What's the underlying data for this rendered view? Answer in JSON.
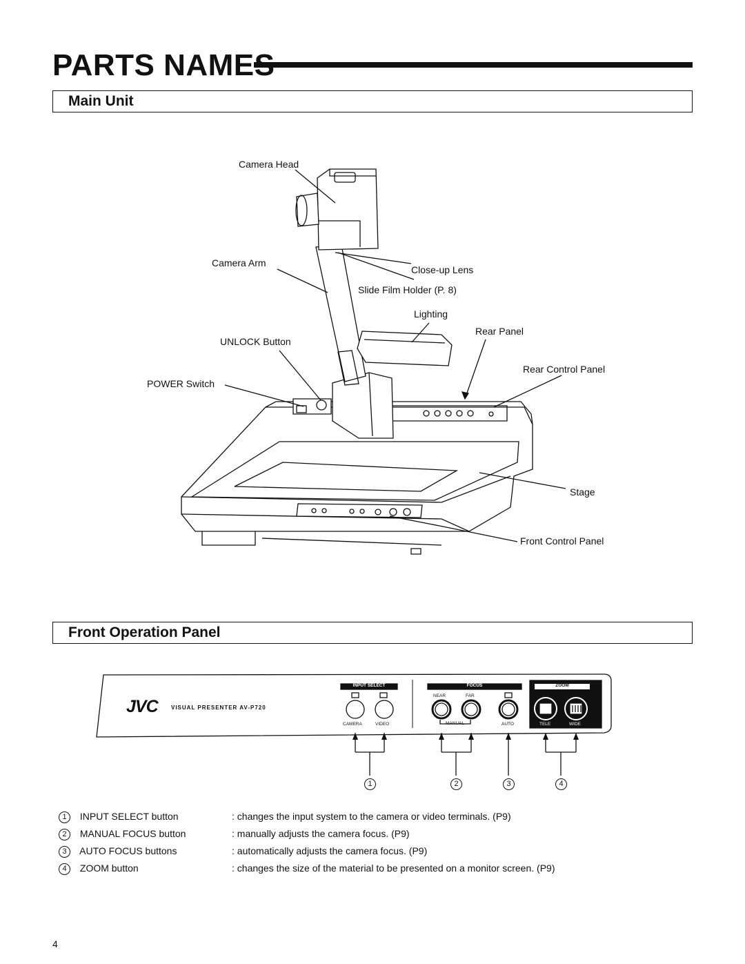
{
  "page": {
    "title": "PARTS NAMES",
    "page_number": "4"
  },
  "main_unit": {
    "heading": "Main Unit",
    "labels": {
      "camera_head": "Camera Head",
      "camera_arm": "Camera Arm",
      "close_up_lens": "Close-up Lens",
      "slide_film_holder": "Slide Film Holder (P. 8)",
      "lighting": "Lighting",
      "rear_panel": "Rear Panel",
      "unlock_button": "UNLOCK Button",
      "rear_control_panel": "Rear Control Panel",
      "power_switch": "POWER Switch",
      "stage": "Stage",
      "front_control_panel": "Front Control Panel"
    }
  },
  "front_panel": {
    "heading": "Front Operation Panel",
    "brand": "JVC",
    "model_text": "VISUAL PRESENTER AV-P720",
    "groups": {
      "input_select": "INPUT SELECT",
      "focus": "FOCUS",
      "zoom": "ZOOM"
    },
    "button_labels": {
      "camera": "CAMERA",
      "video": "VIDEO",
      "near": "NEAR",
      "far": "FAR",
      "manual": "MANUAL",
      "auto": "AUTO",
      "tele": "TELE",
      "wide": "WIDE"
    },
    "callout_numbers": [
      "1",
      "2",
      "3",
      "4"
    ]
  },
  "legend": [
    {
      "num": "1",
      "name": "INPUT SELECT button",
      "desc": ":  changes the input system to the camera or video terminals. (P9)"
    },
    {
      "num": "2",
      "name": "MANUAL FOCUS button",
      "desc": ":  manually adjusts the camera focus. (P9)"
    },
    {
      "num": "3",
      "name": "AUTO FOCUS buttons",
      "desc": ":  automatically adjusts the camera focus. (P9)"
    },
    {
      "num": "4",
      "name": "ZOOM button",
      "desc": ":  changes the size of the material to be presented on a monitor screen. (P9)"
    }
  ]
}
